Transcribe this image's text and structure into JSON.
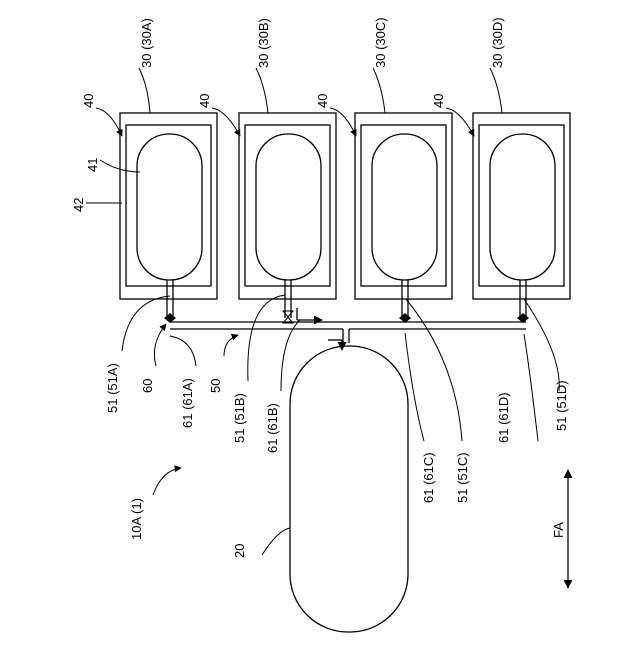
{
  "units": [
    {
      "id": "a",
      "box_label": "30 (30A)",
      "inner_label": "40",
      "valve_label": "61 (61A)",
      "pipe_label": "51 (51A)"
    },
    {
      "id": "b",
      "box_label": "30 (30B)",
      "inner_label": "40",
      "valve_label": "61 (61B)",
      "pipe_label": "51 (51B)"
    },
    {
      "id": "c",
      "box_label": "30 (30C)",
      "inner_label": "40",
      "valve_label": "61 (61C)",
      "pipe_label": "51 (51C)"
    },
    {
      "id": "d",
      "box_label": "30 (30D)",
      "inner_label": "40",
      "valve_label": "61 (61D)",
      "pipe_label": "51 (51D)"
    }
  ],
  "labels": {
    "liner": "41",
    "shell": "42",
    "valve_group": "60",
    "manifold": "50",
    "main_tank": "20",
    "system": "10A (1)",
    "direction": "FA"
  }
}
